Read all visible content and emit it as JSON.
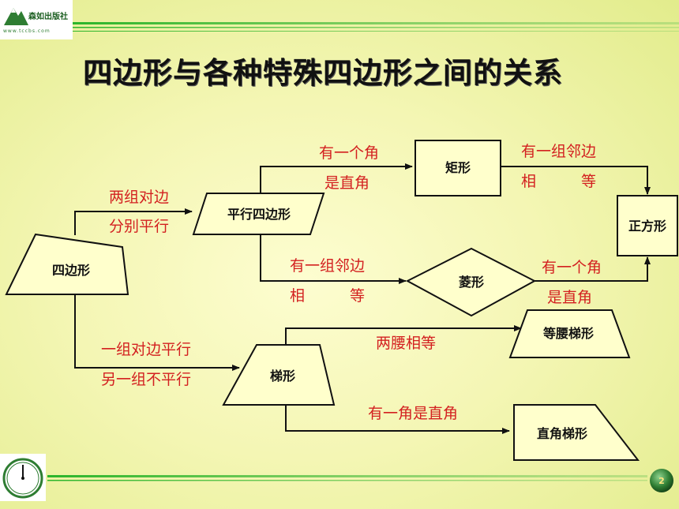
{
  "slide": {
    "title": "四边形与各种特殊四边形之间的关系",
    "logo_text": "森如出版社",
    "logo_url": "www.tccbs.com",
    "page_number": "2"
  },
  "nodes": {
    "quadrilateral": "四边形",
    "parallelogram": "平行四边形",
    "rectangle": "矩形",
    "rhombus": "菱形",
    "square": "正方形",
    "trapezoid": "梯形",
    "isosceles_trapezoid": "等腰梯形",
    "right_trapezoid": "直角梯形"
  },
  "edges": {
    "quad_to_para": [
      "两组对边",
      "分别平行"
    ],
    "quad_to_trap": [
      "一组对边平行",
      "另一组不平行"
    ],
    "para_to_rect": [
      "有一个角",
      "是直角"
    ],
    "para_to_rhombus": [
      "有一组邻边",
      "相　　　等"
    ],
    "rect_to_square": [
      "有一组邻边",
      "相　　　等"
    ],
    "rhombus_to_square": [
      "有一个角",
      "是直角"
    ],
    "trap_to_iso": "两腰相等",
    "trap_to_right": "有一角是直角"
  },
  "colors": {
    "label_red": "#d32020",
    "green_bar": "#2bb52b",
    "page_ball": "#2e7d32"
  }
}
